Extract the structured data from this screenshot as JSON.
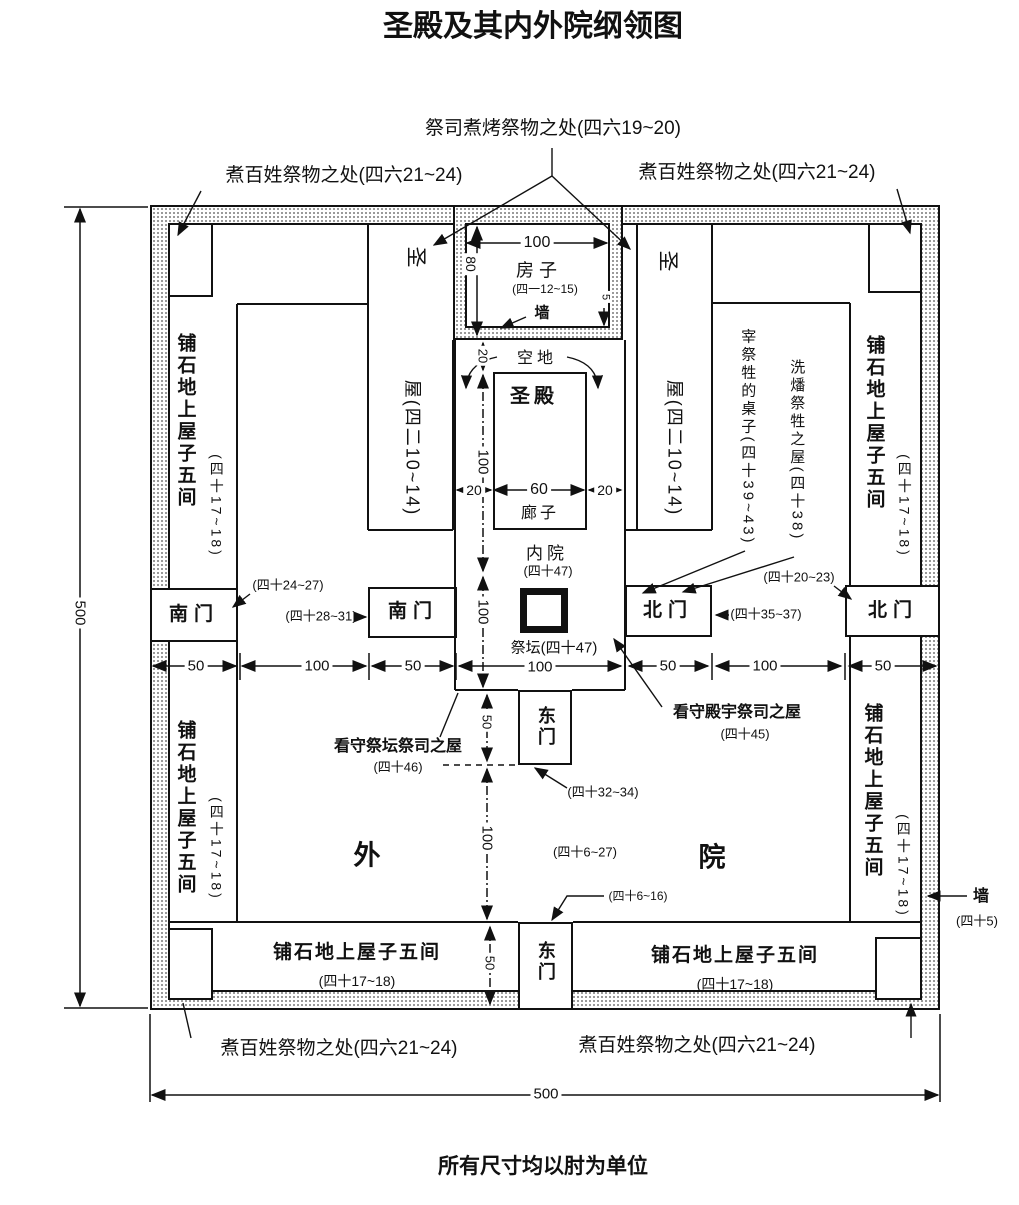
{
  "title": "圣殿及其内外院纲领图",
  "caption": "所有尺寸均以肘为单位",
  "top_labels": {
    "priests_cooking": "祭司煮烤祭物之处(四六19~20)",
    "people_cooking": "煮百姓祭物之处(四六21~24)"
  },
  "plan": {
    "house": {
      "name": "房子",
      "ref": "(四一12~15)",
      "wall": "墙"
    },
    "holy": "圣",
    "chambers": "屋(四二10~14)",
    "pavement": {
      "name": "铺石地上屋子五间",
      "ref": "(四十17~18)"
    },
    "slaughter_table": "宰祭牲的桌子(四十39~43)",
    "washing_room": "洗燔祭牲之屋(四十38)",
    "open_space": "空地",
    "temple": "圣殿",
    "porch": "廊子",
    "inner_court": {
      "name": "内院",
      "ref": "(四十47)"
    },
    "altar": "祭坛(四十47)",
    "south_gate": "南门",
    "north_gate": "北门",
    "east_gate": "东门",
    "outer_court": {
      "left": "外",
      "right": "院",
      "ref": "(四十6~27)"
    },
    "refs": {
      "r24_27": "(四十24~27)",
      "r28_31": "(四十28~31)",
      "r35_37": "(四十35~37)",
      "r20_23": "(四十20~23)",
      "r32_34": "(四十32~34)",
      "r6_16": "(四十6~16)"
    },
    "altar_keeper": {
      "name": "看守祭坛祭司之屋",
      "ref": "(四十46)"
    },
    "temple_keeper": {
      "name": "看守殿宇祭司之屋",
      "ref": "(四十45)"
    },
    "outer_wall": {
      "name": "墙",
      "ref": "(四十5)"
    }
  },
  "dims": {
    "d500": "500",
    "d100": "100",
    "d50": "50",
    "d60": "60",
    "d20": "20",
    "d80": "80",
    "d5": "5"
  },
  "colors": {
    "line": "#111111",
    "wall_dot": "#8f8f8f",
    "background": "#ffffff"
  }
}
